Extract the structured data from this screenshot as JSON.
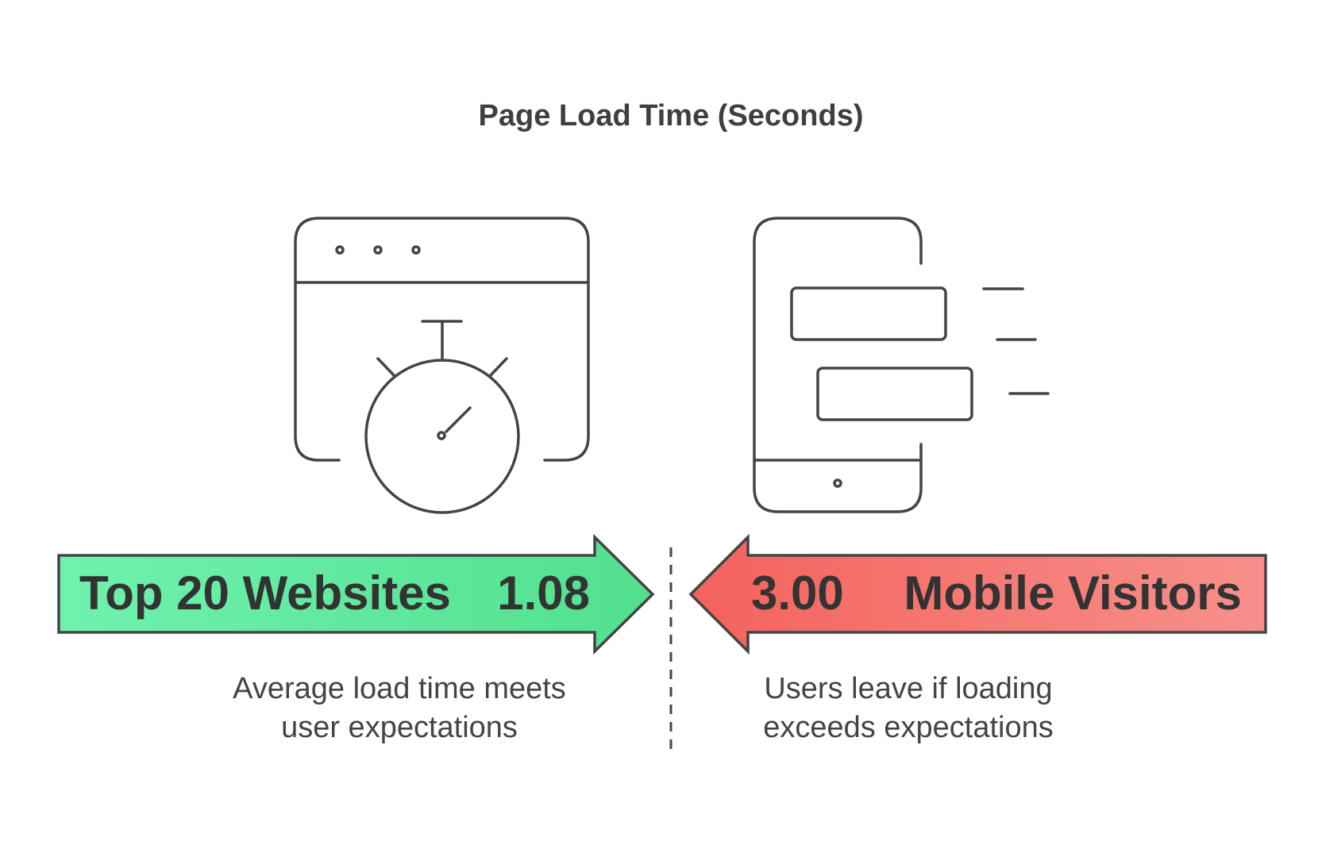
{
  "title": "Page Load Time (Seconds)",
  "colors": {
    "left_arrow_start": "#6ff2ae",
    "left_arrow_end": "#52e08f",
    "right_arrow_start": "#f4625d",
    "right_arrow_end": "#f7908b",
    "outline": "#444444",
    "text": "#333333"
  },
  "left": {
    "label": "Top 20 Websites",
    "value": "1.08",
    "caption_line1": "Average load time meets",
    "caption_line2": "user expectations",
    "icon": "browser-stopwatch-icon"
  },
  "right": {
    "label": "Mobile Visitors",
    "value": "3.00",
    "caption_line1": "Users leave if loading",
    "caption_line2": "exceeds expectations",
    "icon": "mobile-phone-icon"
  }
}
